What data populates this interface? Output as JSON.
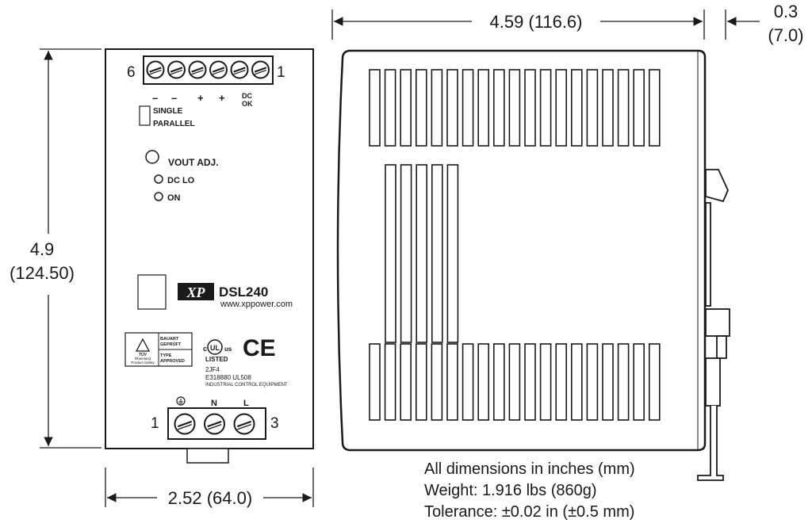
{
  "dimensions": {
    "top_width": "4.59 (116.6)",
    "right_offset_in": "0.3",
    "right_offset_mm": "(7.0)",
    "height_in": "4.9",
    "height_mm": "(124.50)",
    "front_width": "2.52 (64.0)"
  },
  "front_panel": {
    "terminal_left_num": "6",
    "terminal_right_num": "1",
    "polarity": [
      "–",
      "–",
      "+",
      "+"
    ],
    "dc_ok_line1": "DC",
    "dc_ok_line2": "OK",
    "switch_single": "SINGLE",
    "switch_parallel": "PARALLEL",
    "vout_adj": "VOUT ADJ.",
    "dc_lo": "DC LO",
    "on": "ON",
    "brand": "XP",
    "model": "DSL240",
    "website": "www.xppower.com",
    "cert_bauart_1": "BAUART",
    "cert_bauart_2": "GEPRÜFT",
    "cert_type_1": "TYPE",
    "cert_type_2": "APPROVED",
    "cert_tuv_1": "TÜV",
    "cert_tuv_2": "Rheinland",
    "cert_tuv_3": "Product Safety",
    "ul_listed": "LISTED",
    "ul_c": "c",
    "ul_us": "us",
    "ul_mark": "UL",
    "ce_mark": "CE",
    "ul_code": "2JF4",
    "ul_file": "E318880   UL508",
    "ul_desc": "INDUSTRIAL  CONTROL EQUIPMENT",
    "input_left_num": "1",
    "input_right_num": "3",
    "input_n": "N",
    "input_l": "L"
  },
  "notes": {
    "line1": "All dimensions in inches (mm)",
    "line2": "Weight: 1.916 lbs (860g)",
    "line3": "Tolerance: ±0.02 in (±0.5 mm)"
  }
}
